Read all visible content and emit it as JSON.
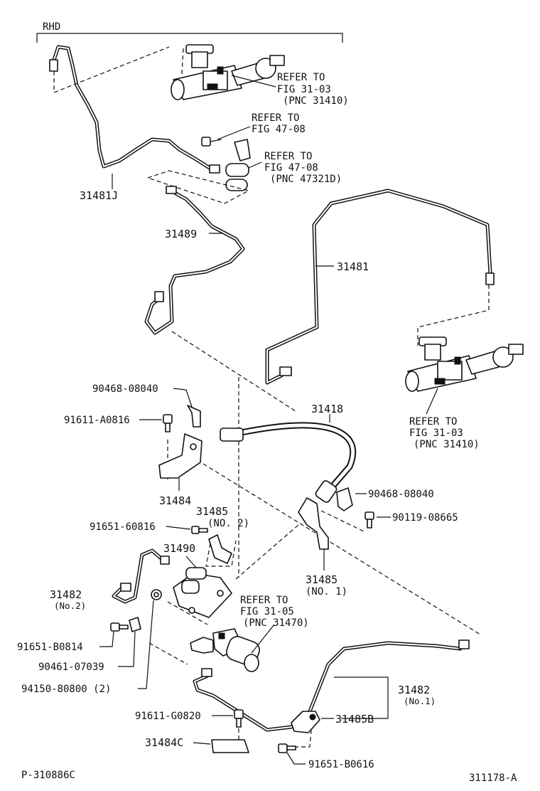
{
  "header": {
    "variant": "RHD"
  },
  "refs": {
    "master_cyl_top": [
      "REFER TO",
      "FIG 31-03",
      "(PNC 31410)"
    ],
    "fig47_a": [
      "REFER TO",
      "FIG 47-08"
    ],
    "fig47_b": [
      "REFER TO",
      "FIG 47-08",
      "(PNC 47321D)"
    ],
    "master_cyl_right": [
      "REFER TO",
      "FIG 31-03",
      "(PNC 31410)"
    ],
    "release_cyl": [
      "REFER TO",
      "FIG 31-05",
      "(PNC 31470)"
    ]
  },
  "parts": {
    "p31481J": "31481J",
    "p31489": "31489",
    "p31481": "31481",
    "p90468_a": "90468-08040",
    "p91611_a": "91611-A0816",
    "p31418": "31418",
    "p31484": "31484",
    "p90468_b": "90468-08040",
    "p90119": "90119-08665",
    "p31485_no2": [
      "31485",
      "(NO. 2)"
    ],
    "p91651_60816": "91651-60816",
    "p31490": "31490",
    "p31485_no1": [
      "31485",
      "(NO. 1)"
    ],
    "p31482_no2": [
      "31482",
      "(No.2)"
    ],
    "p91651_b0814": "91651-B0814",
    "p90461": "90461-07039",
    "p94150": "94150-80800 (2)",
    "p31482_no1": [
      "31482",
      "(No.1)"
    ],
    "p91611_g0820": "91611-G0820",
    "p31485b": "31485B",
    "p31484c": "31484C",
    "p91651_b0616": "91651-B0616"
  },
  "footer": {
    "left_code": "P-310886C",
    "right_code": "311178-A"
  }
}
